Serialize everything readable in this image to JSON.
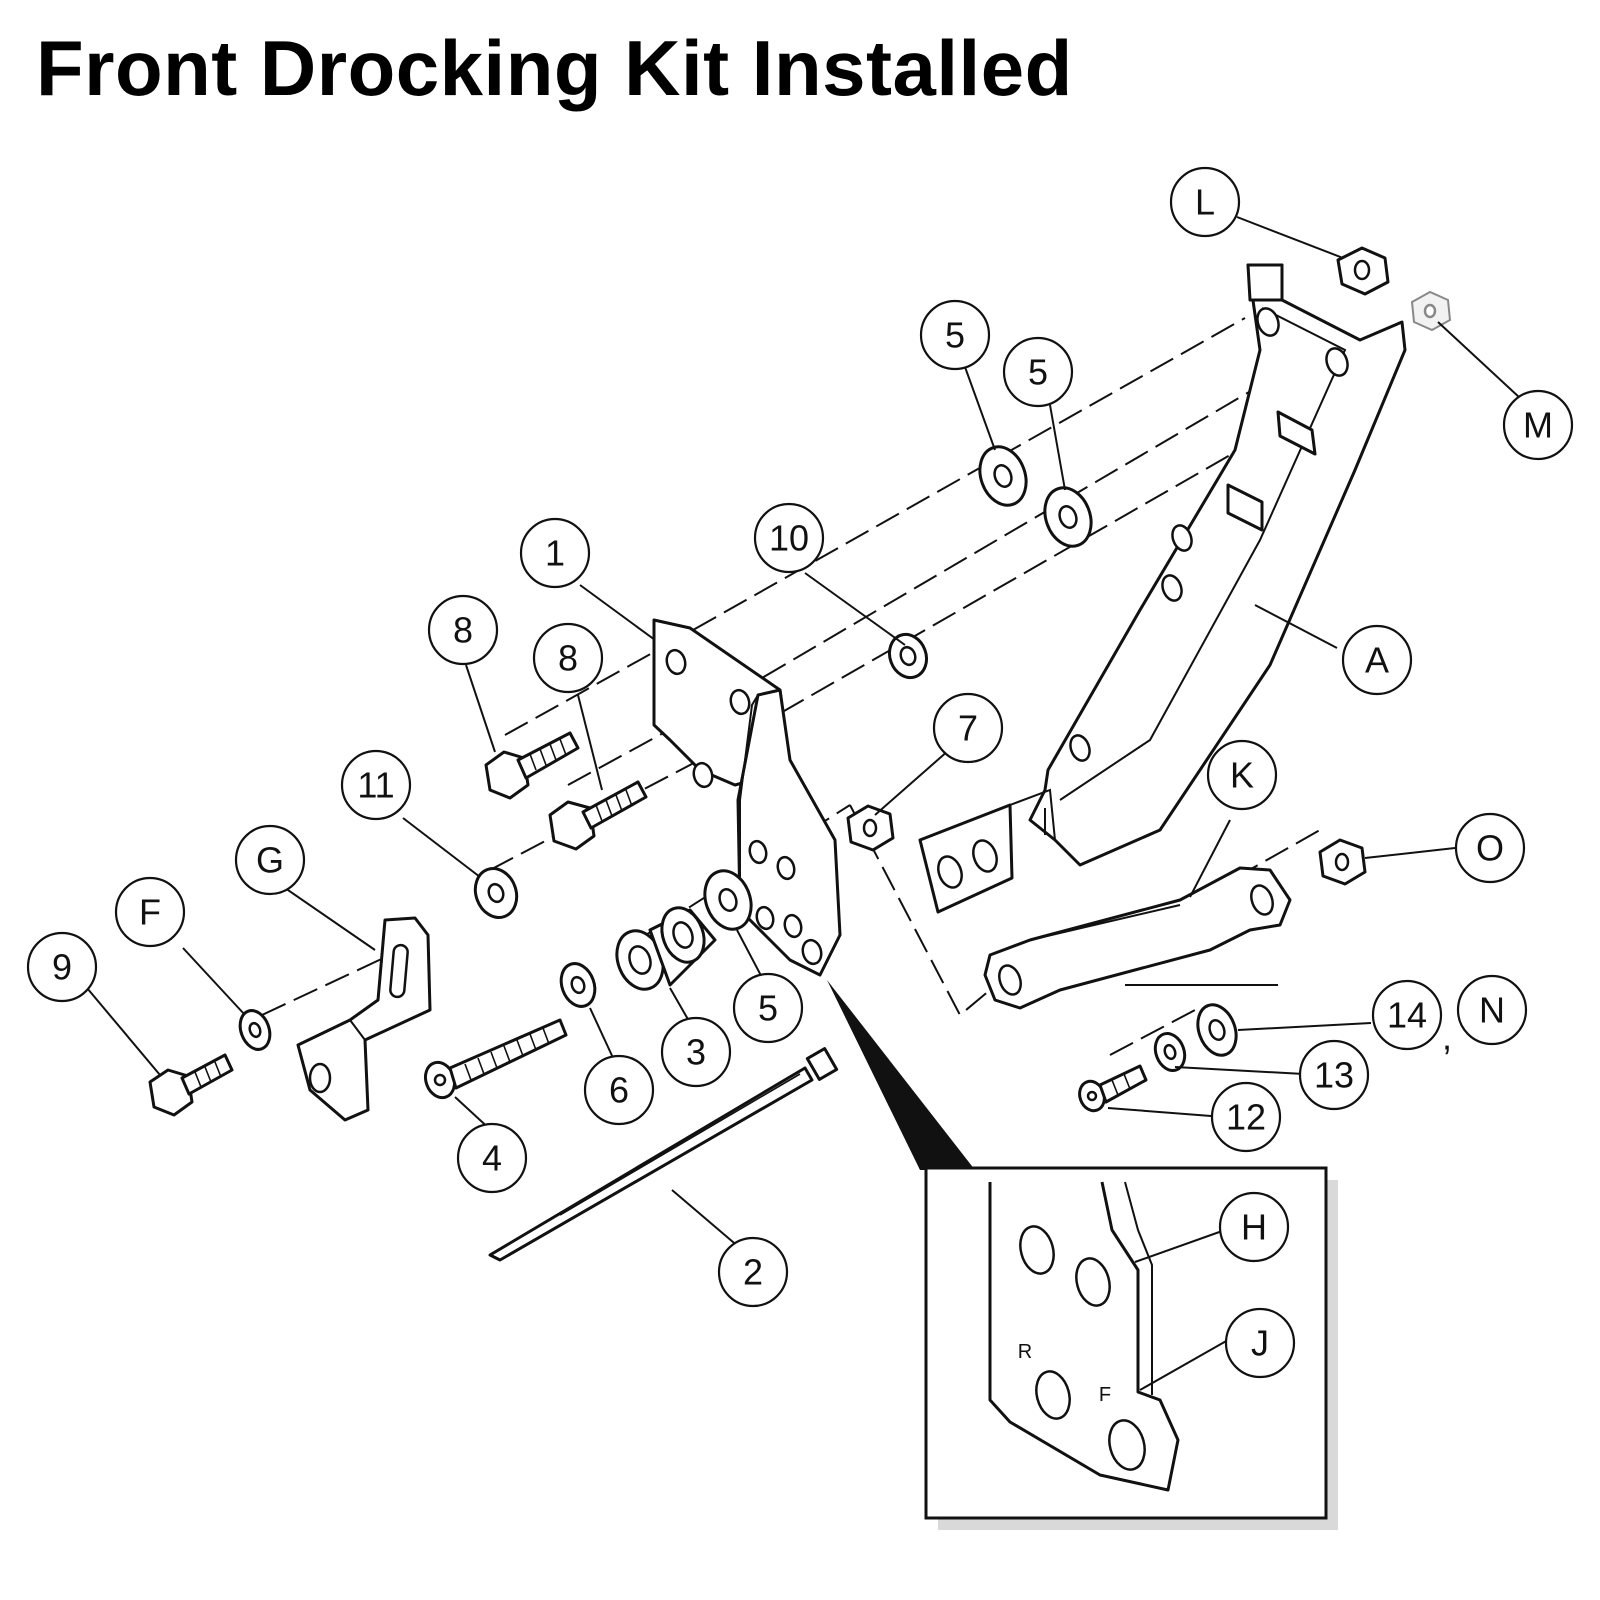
{
  "title": "Front Drocking Kit Installed",
  "callouts": {
    "c1": "1",
    "c2": "2",
    "c3": "3",
    "c4": "4",
    "c5a": "5",
    "c5b": "5",
    "c5c": "5",
    "c6": "6",
    "c7": "7",
    "c8a": "8",
    "c8b": "8",
    "c9": "9",
    "c10": "10",
    "c11": "11",
    "c12": "12",
    "c13": "13",
    "c14": "14",
    "cA": "A",
    "cF": "F",
    "cG": "G",
    "cH": "H",
    "cJ": "J",
    "cK": "K",
    "cL": "L",
    "cM": "M",
    "cN": "N",
    "cO": "O"
  },
  "separator": ",",
  "detail": {
    "mark_r": "R",
    "mark_f": "F"
  },
  "colors": {
    "line": "#111111",
    "background": "#ffffff",
    "inset_shadow": "#d9d9d9",
    "greyed_nut": "#888888"
  }
}
